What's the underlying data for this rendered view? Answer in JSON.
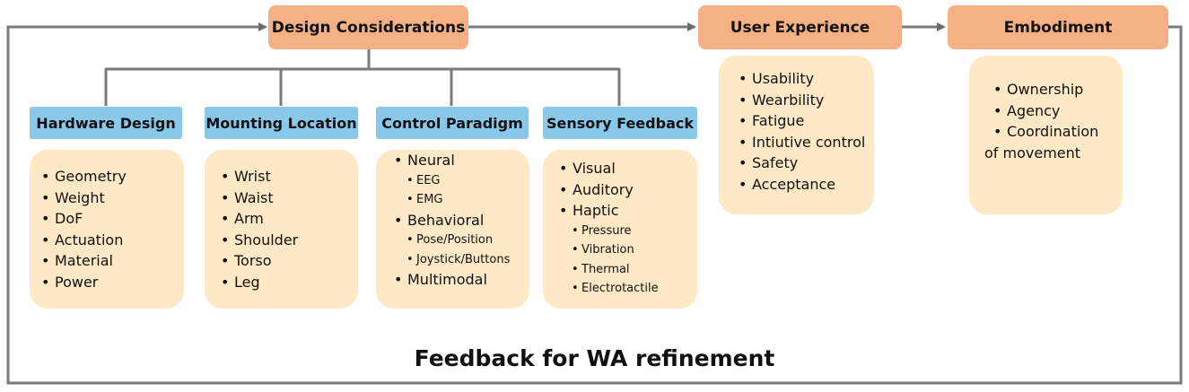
{
  "top": {
    "design_considerations": "Design Considerations",
    "user_experience": "User Experience",
    "embodiment": "Embodiment"
  },
  "categories": [
    {
      "title": "Hardware Design",
      "items": [
        {
          "text": "Geometry"
        },
        {
          "text": "Weight"
        },
        {
          "text": "DoF"
        },
        {
          "text": "Actuation"
        },
        {
          "text": "Material"
        },
        {
          "text": "Power"
        }
      ]
    },
    {
      "title": "Mounting Location",
      "items": [
        {
          "text": "Wrist"
        },
        {
          "text": "Waist"
        },
        {
          "text": "Arm"
        },
        {
          "text": "Shoulder"
        },
        {
          "text": "Torso"
        },
        {
          "text": "Leg"
        }
      ]
    },
    {
      "title": "Control Paradigm",
      "items": [
        {
          "text": "Neural",
          "sub": [
            "EEG",
            "EMG"
          ]
        },
        {
          "text": "Behavioral",
          "sub": [
            "Pose/Position",
            "Joystick/Buttons"
          ]
        },
        {
          "text": "Multimodal"
        }
      ]
    },
    {
      "title": "Sensory Feedback",
      "items": [
        {
          "text": "Visual"
        },
        {
          "text": "Auditory"
        },
        {
          "text": "Haptic",
          "sub": [
            "Pressure",
            "Vibration",
            "Thermal",
            "Electrotactile"
          ]
        }
      ]
    }
  ],
  "user_experience_items": [
    "Usability",
    "Wearbility",
    "Fatigue",
    "Intiutive control",
    "Safety",
    "Acceptance"
  ],
  "embodiment_items": [
    "Ownership",
    "Agency",
    "Coordination",
    "of movement"
  ],
  "footer": "Feedback for WA refinement",
  "colors": {
    "orange_header": "#f5b183",
    "blue_header": "#8ac8ea",
    "card": "#fde9c5",
    "connector": "#7a7a7a"
  }
}
